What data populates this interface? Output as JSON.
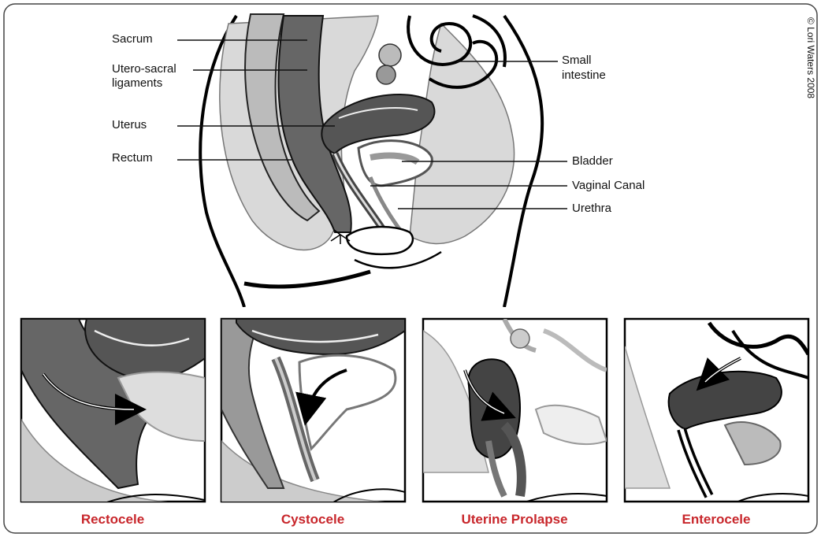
{
  "copyright": "© Lori Waters 2008",
  "accent_color": "#c8262b",
  "main_labels": {
    "sacrum": "Sacrum",
    "utero_sacral_1": "Utero-sacral",
    "utero_sacral_2": "ligaments",
    "uterus": "Uterus",
    "rectum": "Rectum",
    "small_intestine_1": "Small",
    "small_intestine_2": "intestine",
    "bladder": "Bladder",
    "vaginal_canal": "Vaginal Canal",
    "urethra": "Urethra"
  },
  "panels": [
    {
      "caption": "Rectocele"
    },
    {
      "caption": "Cystocele"
    },
    {
      "caption": "Uterine Prolapse"
    },
    {
      "caption": "Enterocele"
    }
  ]
}
